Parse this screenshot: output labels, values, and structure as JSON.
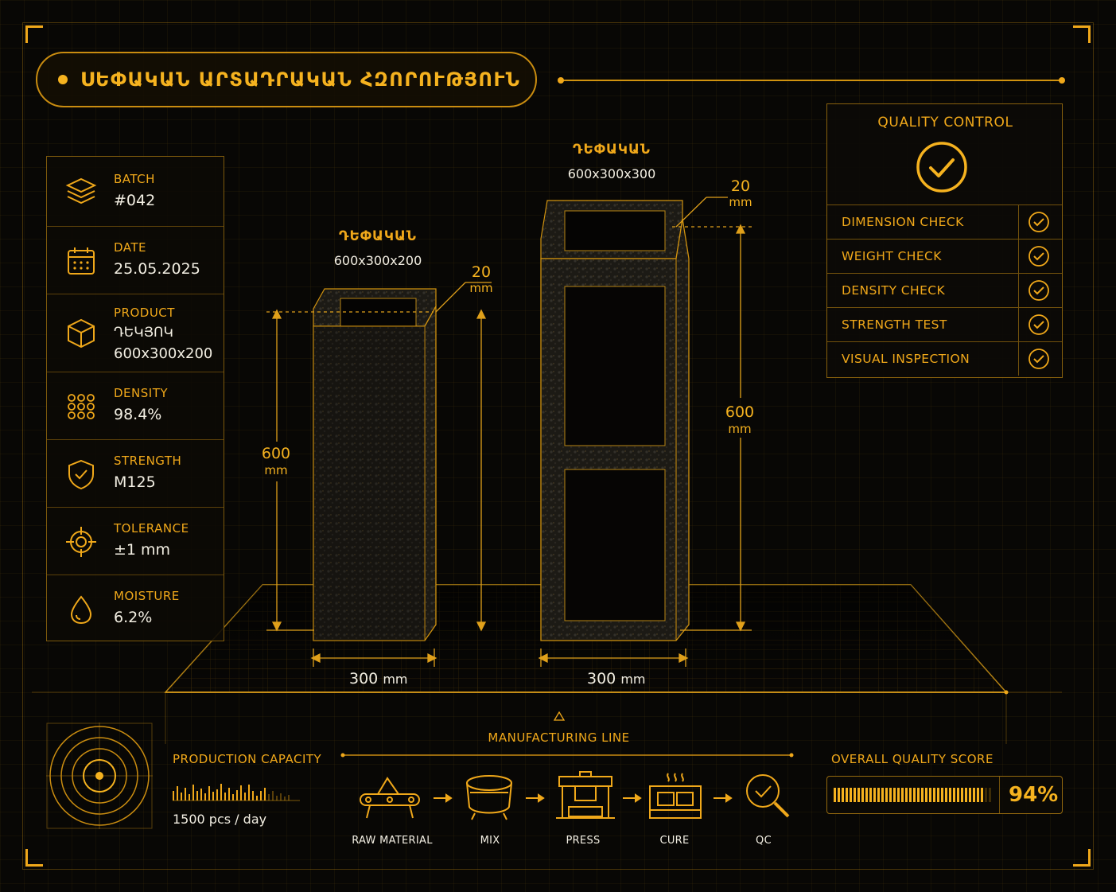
{
  "colors": {
    "accent": "#f5b21f",
    "accent_dim": "#c98c10",
    "background": "#080705",
    "text": "#f3efe3"
  },
  "header": {
    "title": "ՍԵՓԱԿԱՆ ԱՐՏԱԴՐԱԿԱՆ ՀԶՈՐՈՒԹՅՈՒՆ"
  },
  "specs": [
    {
      "label": "BATCH",
      "value": "#042",
      "icon": "layers-icon"
    },
    {
      "label": "DATE",
      "value": "25.05.2025",
      "icon": "calendar-icon"
    },
    {
      "label": "PRODUCT",
      "value": "ԴԵԿՅՈԿ",
      "value2": "600x300x200",
      "icon": "cube-icon"
    },
    {
      "label": "DENSITY",
      "value": "98.4%",
      "icon": "density-dots-icon"
    },
    {
      "label": "STRENGTH",
      "value": "M125",
      "icon": "shield-check-icon"
    },
    {
      "label": "TOLERANCE",
      "value": "±1 mm",
      "icon": "crosshair-icon"
    },
    {
      "label": "MOISTURE",
      "value": "6.2%",
      "icon": "droplet-icon"
    }
  ],
  "blocks": [
    {
      "title": "ԴԵՓԱԿԱՆ",
      "size": "600x300x200",
      "wall": "20",
      "wall_unit": "mm",
      "height": "600",
      "height_unit": "mm",
      "width": "300",
      "width_unit": "mm"
    },
    {
      "title": "ԴԵՓԱԿԱՆ",
      "size": "600x300x300",
      "wall": "20",
      "wall_unit": "mm",
      "height": "600",
      "height_unit": "mm",
      "width": "300",
      "width_unit": "mm"
    }
  ],
  "quality_control": {
    "title": "QUALITY CONTROL",
    "checks": [
      {
        "label": "DIMENSION CHECK",
        "status": "passed"
      },
      {
        "label": "WEIGHT CHECK",
        "status": "passed"
      },
      {
        "label": "DENSITY CHECK",
        "status": "passed"
      },
      {
        "label": "STRENGTH TEST",
        "status": "passed"
      },
      {
        "label": "VISUAL INSPECTION",
        "status": "passed"
      }
    ]
  },
  "production": {
    "label": "PRODUCTION CAPACITY",
    "value": "1500 pcs / day"
  },
  "manufacturing_line": {
    "title": "MANUFACTURING LINE",
    "steps": [
      {
        "label": "RAW MATERIAL",
        "icon": "conveyor-icon"
      },
      {
        "label": "MIX",
        "icon": "mixer-icon"
      },
      {
        "label": "PRESS",
        "icon": "press-icon"
      },
      {
        "label": "CURE",
        "icon": "cure-oven-icon"
      },
      {
        "label": "QC",
        "icon": "magnifier-check-icon"
      }
    ]
  },
  "overall_score": {
    "label": "OVERALL QUALITY SCORE",
    "value": "94%",
    "fraction": 0.94
  }
}
